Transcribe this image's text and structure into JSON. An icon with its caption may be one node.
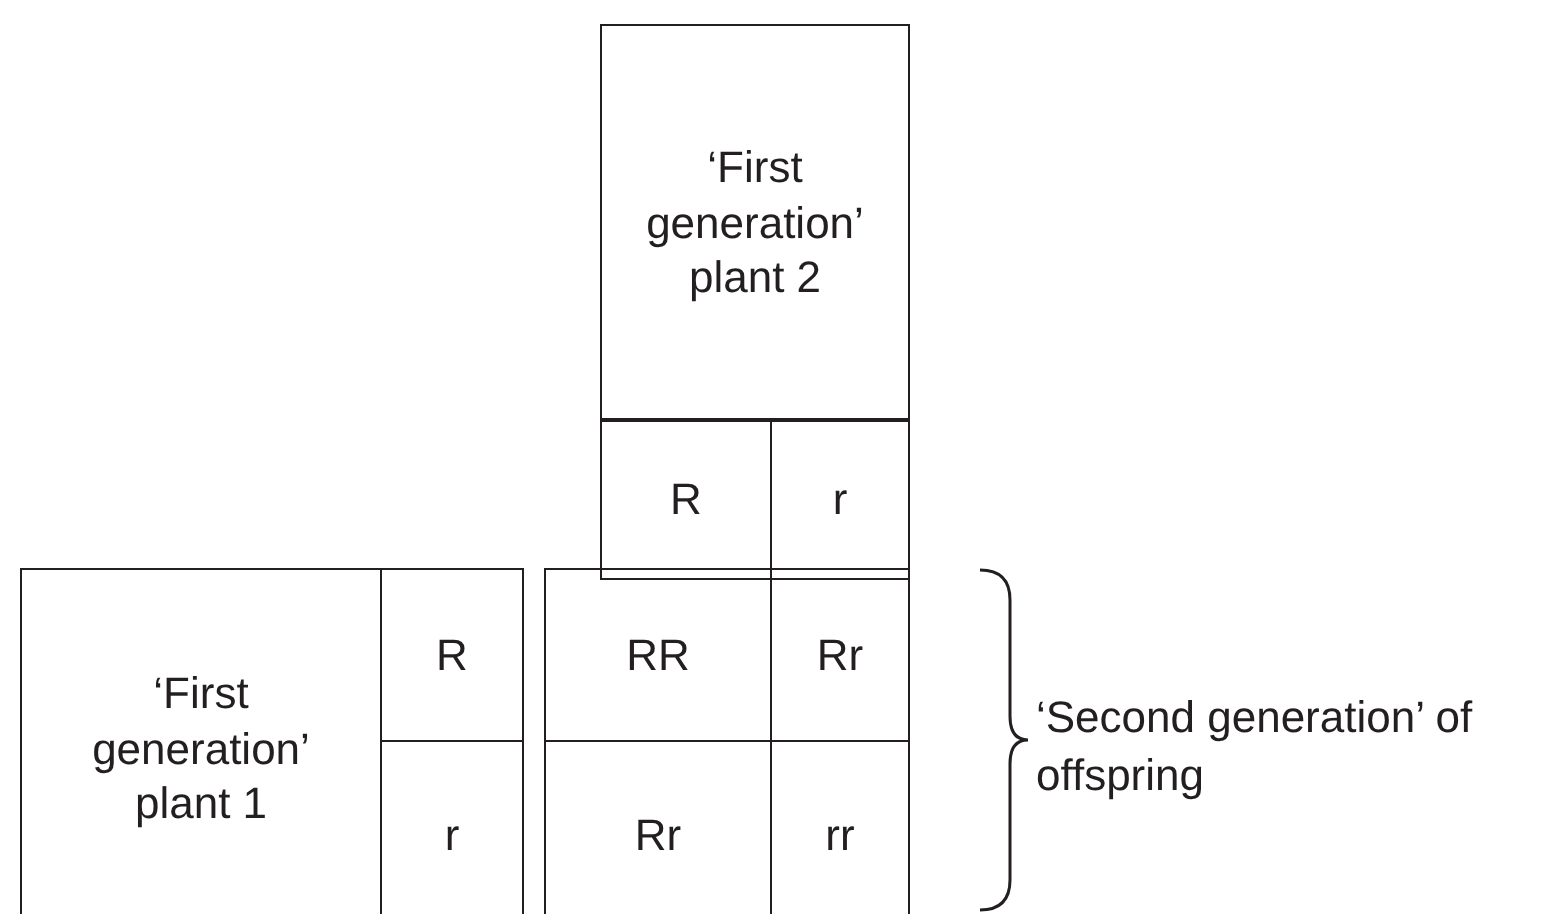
{
  "diagram": {
    "nodes": [
      {
        "text": [
          "‘First generation’ plant 2"
        ]
      },
      {
        "text": [
          "R"
        ]
      },
      {
        "text": [
          "r"
        ]
      },
      {
        "text": [
          "‘First generation’ plant 1"
        ]
      },
      {
        "text": [
          "R"
        ]
      },
      {
        "text": [
          "r"
        ]
      },
      {
        "text": [
          "RR"
        ]
      },
      {
        "text": [
          "Rr"
        ]
      },
      {
        "text": [
          "Rr"
        ]
      },
      {
        "text": [
          "rr"
        ]
      }
    ],
    "edges": [],
    "labels": [
      "‘Second generation’ of offspring"
    ]
  }
}
